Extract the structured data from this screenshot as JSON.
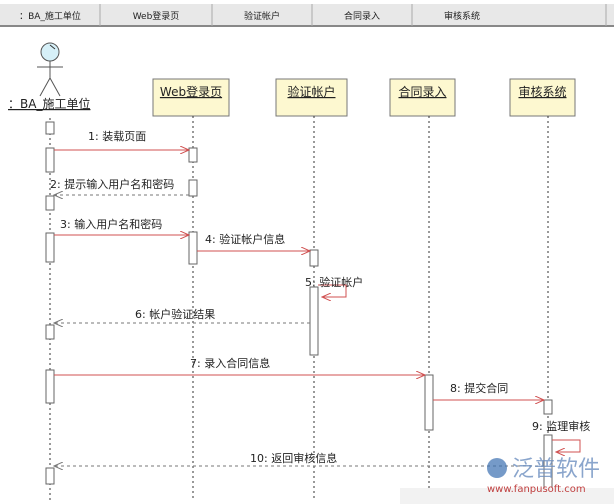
{
  "header": [
    "：BA_施工单位",
    "Web登录页",
    "验证帐户",
    "合同录入",
    "审核系统"
  ],
  "actor": {
    "label": "：BA_施工单位"
  },
  "objects": [
    "Web登录页",
    "验证帐户",
    "合同录入",
    "审核系统"
  ],
  "messages": [
    {
      "label": "1: 装载页面",
      "from": 0,
      "to": 1,
      "kind": "call"
    },
    {
      "label": "2: 提示输入用户名和密码",
      "from": 1,
      "to": 0,
      "kind": "return"
    },
    {
      "label": "3: 输入用户名和密码",
      "from": 0,
      "to": 1,
      "kind": "call"
    },
    {
      "label": "4: 验证帐户信息",
      "from": 1,
      "to": 2,
      "kind": "call"
    },
    {
      "label": "5: 验证帐户",
      "from": 2,
      "to": 2,
      "kind": "self"
    },
    {
      "label": "6: 帐户验证结果",
      "from": 2,
      "to": 0,
      "kind": "return"
    },
    {
      "label": "7: 录入合同信息",
      "from": 0,
      "to": 3,
      "kind": "call"
    },
    {
      "label": "8: 提交合同",
      "from": 3,
      "to": 4,
      "kind": "call"
    },
    {
      "label": "9: 监理审核",
      "from": 4,
      "to": 4,
      "kind": "self"
    },
    {
      "label": "10: 返回审核信息",
      "from": 4,
      "to": 0,
      "kind": "return"
    }
  ],
  "watermark": {
    "brand": "泛普软件",
    "url": "www.fanpusoft.com"
  },
  "colors": {
    "arrow": "#d05050",
    "object_fill": "#fdf8d0",
    "actor_head": "#d6f0f8"
  }
}
